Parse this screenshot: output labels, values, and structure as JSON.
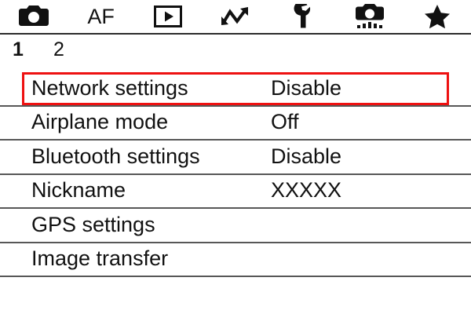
{
  "screen": {
    "background_color": "#ffffff",
    "text_color": "#111111",
    "highlight_color": "#ee1111",
    "separator_color": "#575757"
  },
  "icon_bar": {
    "tabs": [
      {
        "icon": "camera-icon",
        "label": ""
      },
      {
        "icon": "af-text-icon",
        "label": "AF"
      },
      {
        "icon": "playback-icon",
        "label": ""
      },
      {
        "icon": "zigzag-arrow-icon",
        "label": ""
      },
      {
        "icon": "wrench-icon",
        "label": ""
      },
      {
        "icon": "camera-dust-icon",
        "label": ""
      },
      {
        "icon": "star-icon",
        "label": ""
      }
    ],
    "selected_index": 4
  },
  "sub_tabs": {
    "items": [
      {
        "label": "1",
        "selected": true
      },
      {
        "label": "2",
        "selected": false
      }
    ]
  },
  "menu": {
    "rows": [
      {
        "label": "Network settings",
        "value": "Disable",
        "selected": true
      },
      {
        "label": "Airplane mode",
        "value": "Off",
        "selected": false
      },
      {
        "label": "Bluetooth settings",
        "value": "Disable",
        "selected": false
      },
      {
        "label": "Nickname",
        "value": "XXXXX",
        "selected": false
      },
      {
        "label": "GPS settings",
        "value": "",
        "selected": false
      },
      {
        "label": "Image transfer",
        "value": "",
        "selected": false
      }
    ]
  }
}
